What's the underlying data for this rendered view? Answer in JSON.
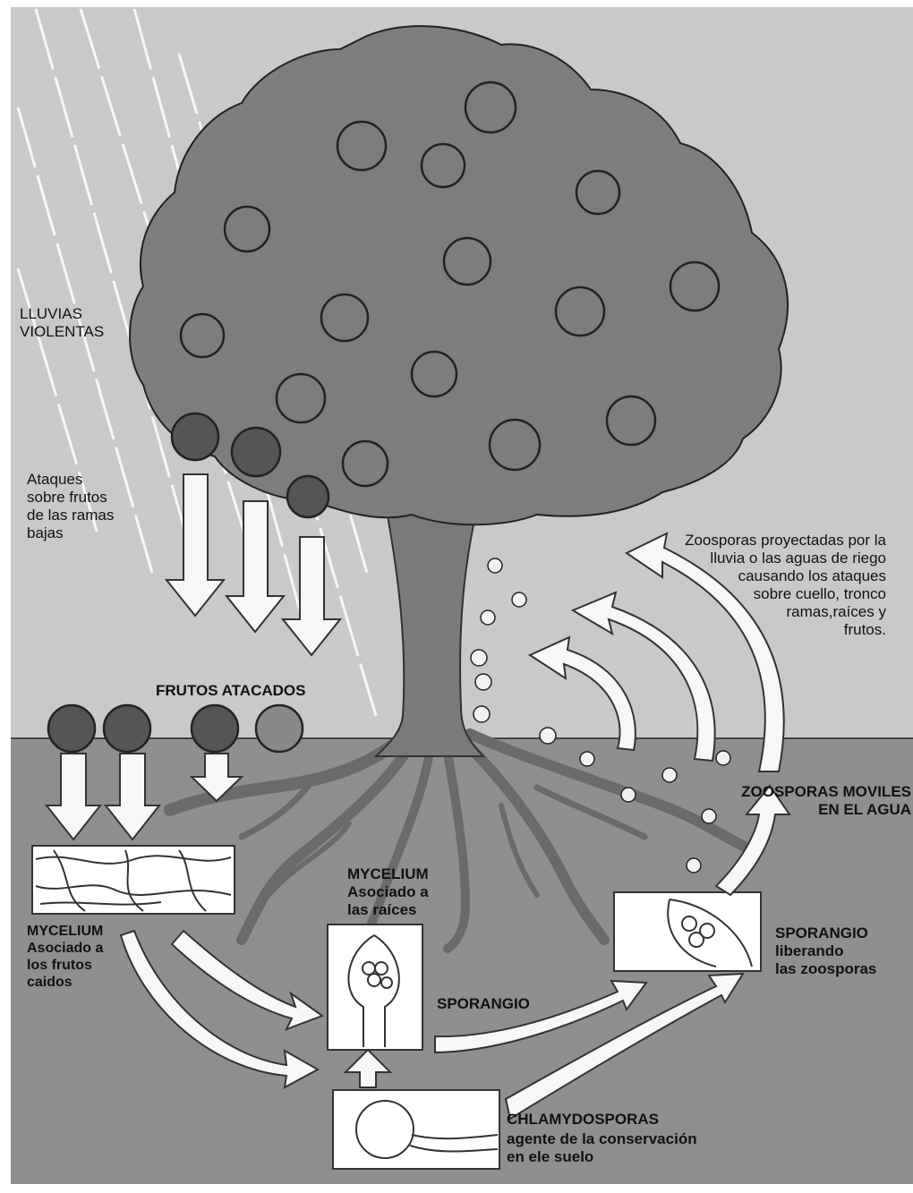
{
  "labels": {
    "lluvias": "LLUVIAS\nVIOLENTAS",
    "ataques": "Ataques\nsobre frutos\nde las ramas\nbajas",
    "frutos_atacados": "FRUTOS ATACADOS",
    "zoosporas_proyectadas": "Zoosporas proyectadas por la\nlluvia o las aguas de riego\ncausando los ataques\nsobre cuello, tronco\nramas,raíces y\nfrutos.",
    "zoosporas_moviles": "ZOOSPORAS MOVILES\nEN EL AGUA",
    "mycelium_raices": "MYCELIUM\nAsociado a\nlas raíces",
    "mycelium_frutos": "MYCELIUM\nAsociado a\nlos frutos\ncaidos",
    "sporangio": "SPORANGIO",
    "sporangio_liberando": "SPORANGIO\nliberando\nlas zoosporas",
    "chlamydosporas_title": "CHLAMYDOSPORAS",
    "chlamydosporas_desc": "agente de la conservación\nen ele suelo"
  },
  "colors": {
    "sky": "#c9c9c9",
    "soil": "#8f8f8f",
    "canopy": "#7d7d7d",
    "trunk": "#7a7a7a",
    "attacked_fruit": "#555555",
    "arrow_fill": "#f7f7f7",
    "panel": "#ffffff"
  }
}
